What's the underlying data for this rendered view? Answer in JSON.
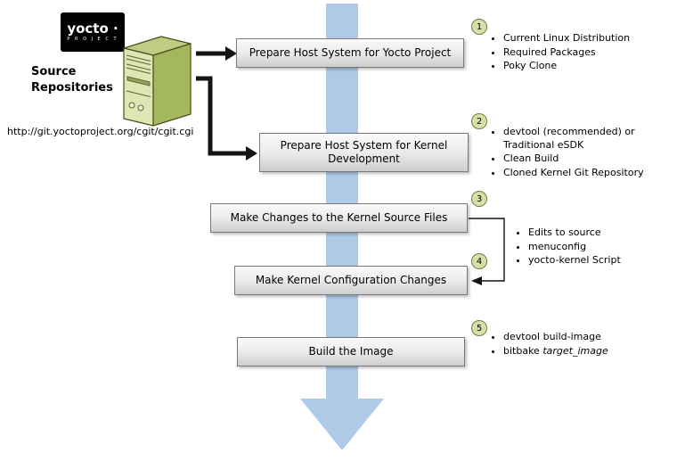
{
  "logo": {
    "title": "yocto ·",
    "subtitle": "P R O J E C T"
  },
  "source": {
    "label": "Source\nRepositories",
    "url": "http://git.yoctoproject.org/cgit/cgit.cgi"
  },
  "steps": [
    {
      "number": "1",
      "label": "Prepare Host System for Yocto Project"
    },
    {
      "number": "2",
      "label": "Prepare Host System for Kernel Development"
    },
    {
      "number": "3",
      "label": "Make Changes to the Kernel Source Files"
    },
    {
      "number": "4",
      "label": "Make Kernel Configuration Changes"
    },
    {
      "number": "5",
      "label": "Build the Image"
    }
  ],
  "notes": {
    "step1": [
      "Current Linux Distribution",
      "Required Packages",
      "Poky Clone"
    ],
    "step2": [
      "devtool (recommended) or Traditional eSDK",
      "Clean Build",
      "Cloned Kernel Git Repository"
    ],
    "steps3_4": [
      "Edits to source",
      "menuconfig",
      "yocto-kernel Script"
    ],
    "step5": [
      "devtool build-image"
    ],
    "step5_bitbake_prefix": "bitbake ",
    "step5_bitbake_target": "target_image"
  },
  "colors": {
    "flow_arrow": "#aecae6",
    "step_circle_fill": "#d8dfa8",
    "step_circle_border": "#6f7d41",
    "box_border": "#7a7a7a",
    "server_green": "#a4b75c",
    "logo_background": "#000000"
  }
}
